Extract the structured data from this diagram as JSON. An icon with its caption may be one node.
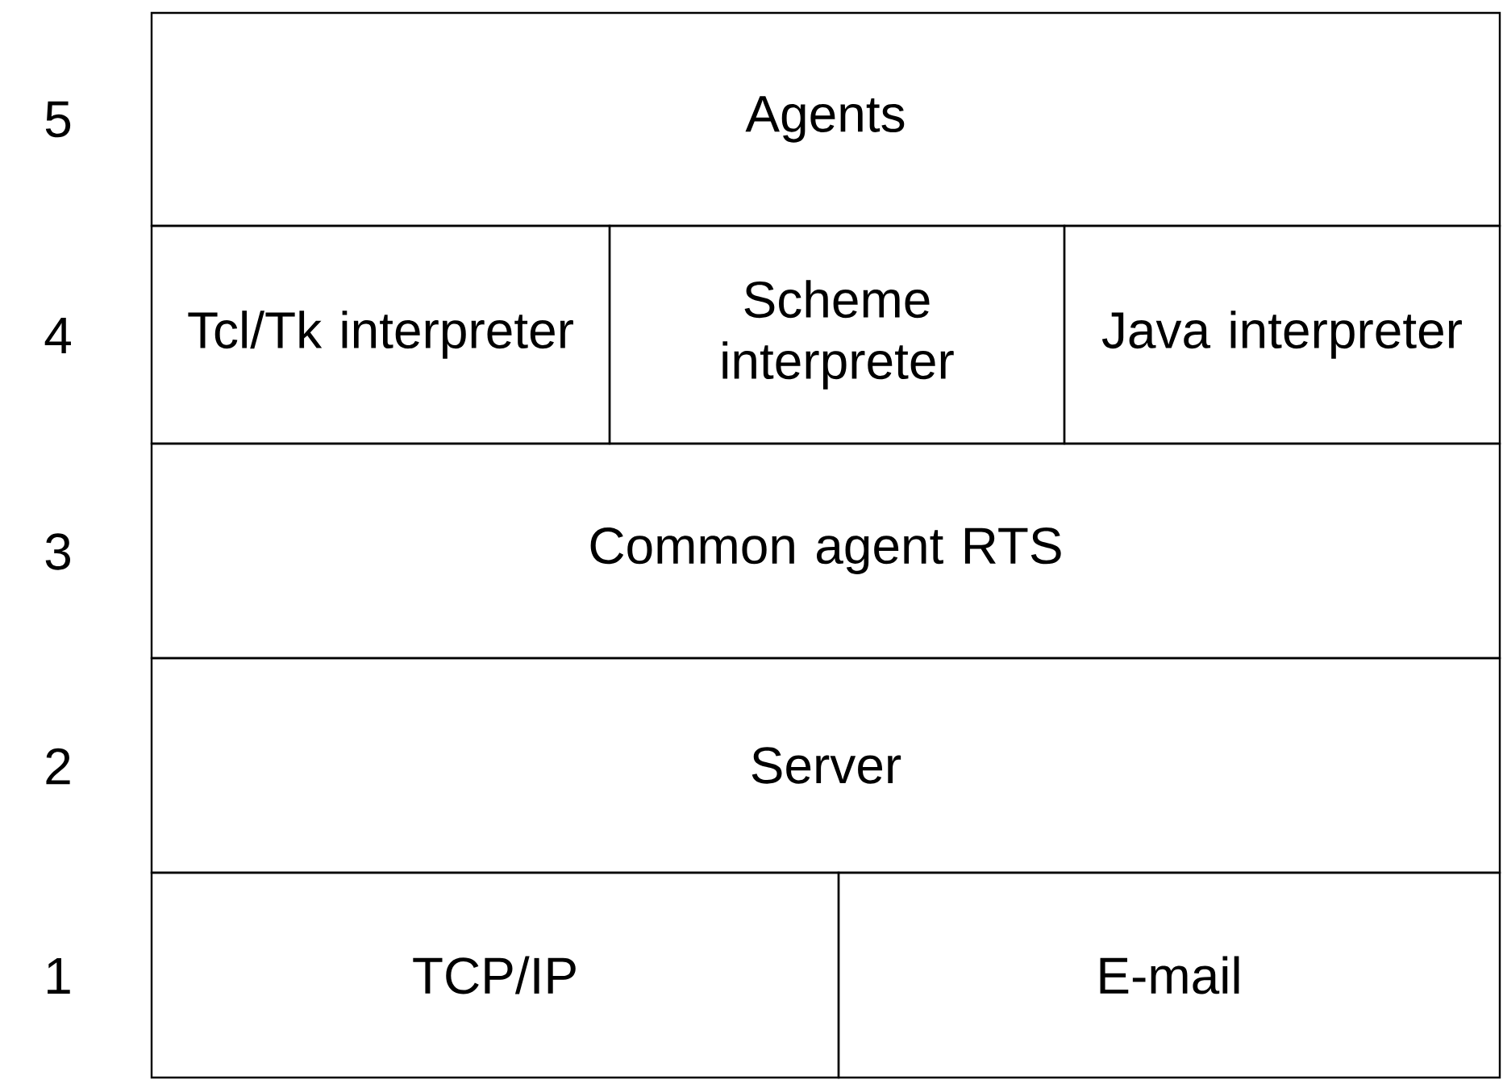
{
  "diagram": {
    "nodes": [
      {
        "text": [
          "Agents"
        ]
      },
      {
        "text": [
          "Tcl/Tk interpreter"
        ]
      },
      {
        "text": [
          "Scheme interpreter"
        ]
      },
      {
        "text": [
          "Java interpreter"
        ]
      },
      {
        "text": [
          "Common agent RTS"
        ]
      },
      {
        "text": [
          "Server"
        ]
      },
      {
        "text": [
          "TCP/IP"
        ]
      },
      {
        "text": [
          "E-mail"
        ]
      }
    ],
    "labels": [
      "5",
      "4",
      "3",
      "2",
      "1"
    ]
  }
}
